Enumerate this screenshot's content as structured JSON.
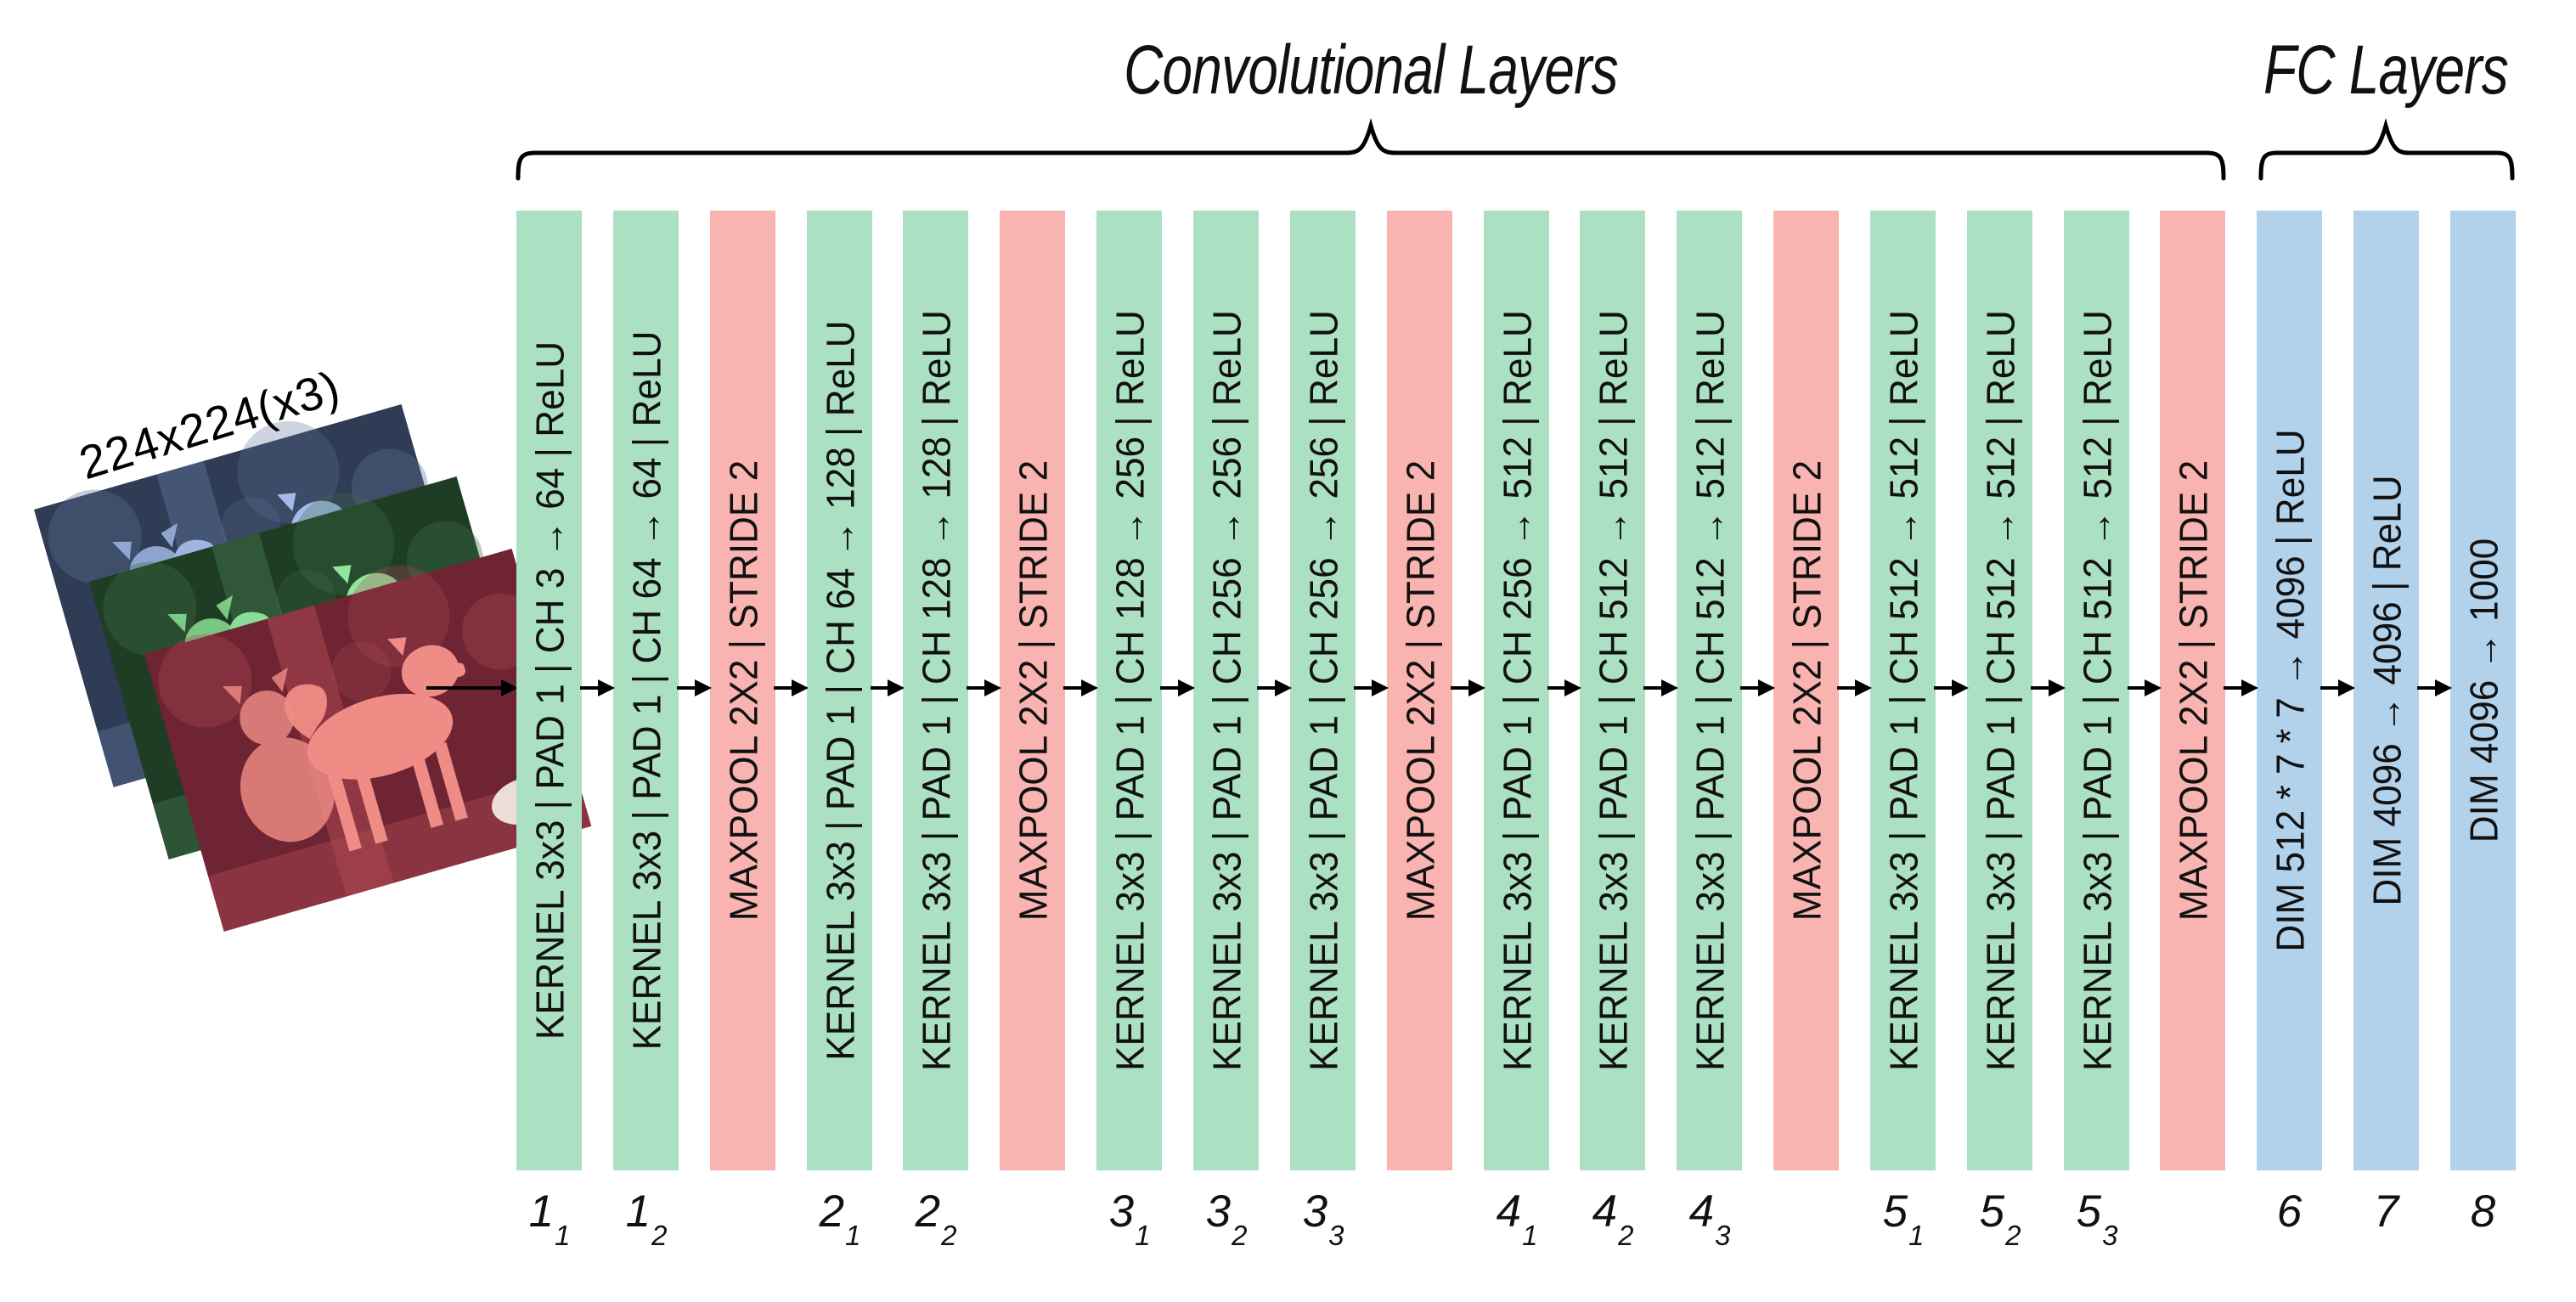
{
  "diagram": {
    "conv_title": "Convolutional Layers",
    "fc_title": "FC Layers",
    "input_label": "224x224(x3)",
    "colors": {
      "conv": "#ABE0C3",
      "pool": "#F9B4B1",
      "fc": "#B2D2EB",
      "stroke": "#000000"
    },
    "layers": [
      {
        "type": "conv",
        "label": "KERNEL 3x3 | PAD 1 | CH 3 → 64 | ReLU",
        "tag": "1",
        "tag_sub": "1"
      },
      {
        "type": "conv",
        "label": "KERNEL 3x3 | PAD 1 | CH 64 → 64 | ReLU",
        "tag": "1",
        "tag_sub": "2"
      },
      {
        "type": "pool",
        "label": "MAXPOOL 2X2 | STRIDE 2",
        "tag": "",
        "tag_sub": ""
      },
      {
        "type": "conv",
        "label": "KERNEL 3x3 | PAD 1 | CH 64 → 128 | ReLU",
        "tag": "2",
        "tag_sub": "1"
      },
      {
        "type": "conv",
        "label": "KERNEL 3x3 | PAD 1 | CH 128 → 128 | ReLU",
        "tag": "2",
        "tag_sub": "2"
      },
      {
        "type": "pool",
        "label": "MAXPOOL 2X2 | STRIDE 2",
        "tag": "",
        "tag_sub": ""
      },
      {
        "type": "conv",
        "label": "KERNEL 3x3 | PAD 1 | CH 128 → 256 | ReLU",
        "tag": "3",
        "tag_sub": "1"
      },
      {
        "type": "conv",
        "label": "KERNEL 3x3 | PAD 1 | CH 256 → 256 | ReLU",
        "tag": "3",
        "tag_sub": "2"
      },
      {
        "type": "conv",
        "label": "KERNEL 3x3 | PAD 1 | CH 256 → 256 | ReLU",
        "tag": "3",
        "tag_sub": "3"
      },
      {
        "type": "pool",
        "label": "MAXPOOL 2X2 | STRIDE 2",
        "tag": "",
        "tag_sub": ""
      },
      {
        "type": "conv",
        "label": "KERNEL 3x3 | PAD 1 | CH 256 → 512 | ReLU",
        "tag": "4",
        "tag_sub": "1"
      },
      {
        "type": "conv",
        "label": "KERNEL 3x3 | PAD 1 | CH 512 → 512 | ReLU",
        "tag": "4",
        "tag_sub": "2"
      },
      {
        "type": "conv",
        "label": "KERNEL 3x3 | PAD 1 | CH 512 → 512 | ReLU",
        "tag": "4",
        "tag_sub": "3"
      },
      {
        "type": "pool",
        "label": "MAXPOOL 2X2 | STRIDE 2",
        "tag": "",
        "tag_sub": ""
      },
      {
        "type": "conv",
        "label": "KERNEL 3x3 | PAD 1 | CH 512 → 512 | ReLU",
        "tag": "5",
        "tag_sub": "1"
      },
      {
        "type": "conv",
        "label": "KERNEL 3x3 | PAD 1 | CH 512 → 512 | ReLU",
        "tag": "5",
        "tag_sub": "2"
      },
      {
        "type": "conv",
        "label": "KERNEL 3x3 | PAD 1 | CH 512 → 512 | ReLU",
        "tag": "5",
        "tag_sub": "3"
      },
      {
        "type": "pool",
        "label": "MAXPOOL 2X2 | STRIDE 2",
        "tag": "",
        "tag_sub": ""
      },
      {
        "type": "fc",
        "label": "DIM 512 * 7 * 7 → 4096 | ReLU",
        "tag": "6",
        "tag_sub": ""
      },
      {
        "type": "fc",
        "label": "DIM 4096 → 4096 | ReLU",
        "tag": "7",
        "tag_sub": ""
      },
      {
        "type": "fc",
        "label": "DIM 4096 → 1000",
        "tag": "8",
        "tag_sub": ""
      }
    ]
  }
}
